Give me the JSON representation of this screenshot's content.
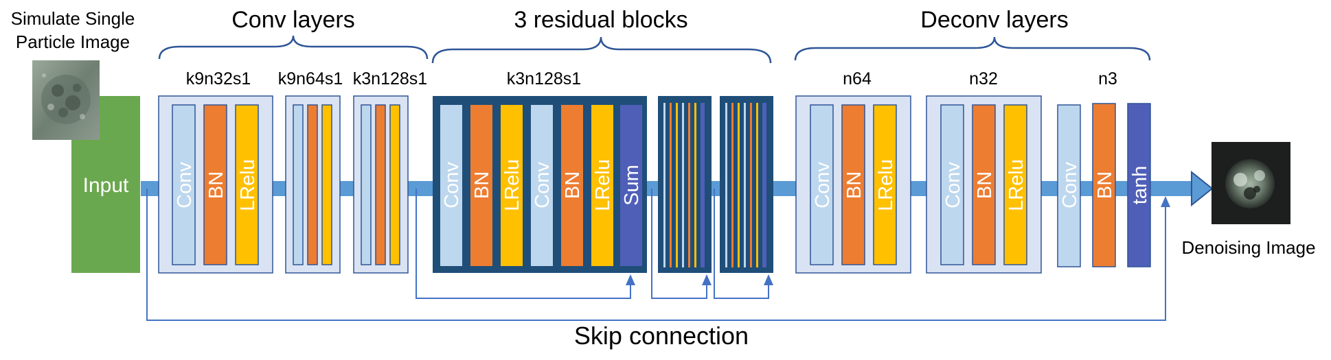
{
  "input": {
    "caption_line1": "Simulate Single",
    "caption_line2": "Particle Image",
    "block_label": "Input"
  },
  "output": {
    "caption": "Denoising Image"
  },
  "groups": {
    "conv_title": "Conv layers",
    "residual_title": "3 residual blocks",
    "deconv_title": "Deconv layers"
  },
  "sublabels": {
    "k9n32s1": "k9n32s1",
    "k9n64s1": "k9n64s1",
    "k3n128s1_a": "k3n128s1",
    "k3n128s1_b": "k3n128s1",
    "n64": "n64",
    "n32": "n32",
    "n3": "n3"
  },
  "layers": {
    "conv": "Conv",
    "bn": "BN",
    "lrelu": "LRelu",
    "sum": "Sum",
    "tanh": "tanh"
  },
  "skip_connection": "Skip connection",
  "colors": {
    "input_green": "#6aa84f",
    "conv_light_blue": "#bdd7ee",
    "bn_orange": "#ed7d31",
    "lrelu_yellow": "#ffc000",
    "sum_purple": "#4f5fb8",
    "residual_navy": "#1f4e79",
    "group_box": "#dae3f3",
    "arrow_blue": "#5b9bd5",
    "line_blue": "#4472c4"
  }
}
